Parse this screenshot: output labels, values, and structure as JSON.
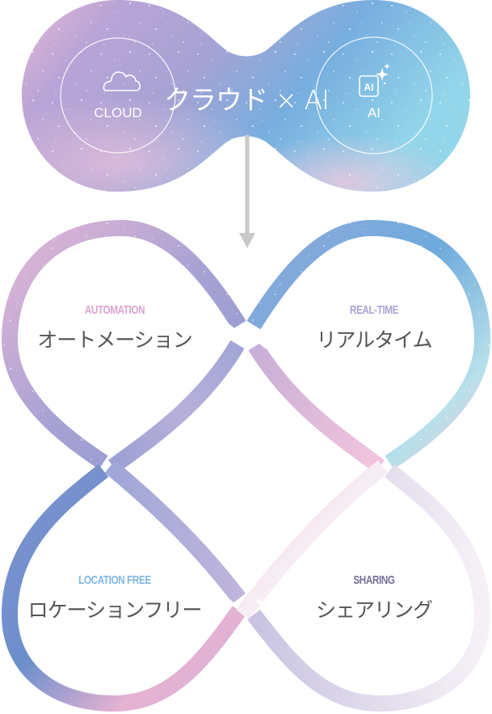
{
  "hero": {
    "title": "クラウド × AI",
    "left_badge": {
      "icon": "cloud-icon",
      "label": "CLOUD"
    },
    "right_badge": {
      "icon": "ai-sparkle-icon",
      "icon_text": "AI",
      "label": "AI"
    },
    "colors": {
      "pink": "#e3b3d6",
      "lavender": "#a5a0d3",
      "blue": "#6fa8dc",
      "cyan": "#8fd3ea"
    }
  },
  "arrow": {
    "color": "#c9c9c9"
  },
  "quadrants": [
    {
      "en": "AUTOMATION",
      "jp": "オートメーション",
      "color": "#d9a3cf"
    },
    {
      "en": "REAL-TIME",
      "jp": "リアルタイム",
      "color": "#a9a4d3"
    },
    {
      "en": "LOCATION FREE",
      "jp": "ロケーションフリー",
      "color": "#7fb6e0"
    },
    {
      "en": "SHARING",
      "jp": "シェアリング",
      "color": "#736e9c"
    }
  ]
}
